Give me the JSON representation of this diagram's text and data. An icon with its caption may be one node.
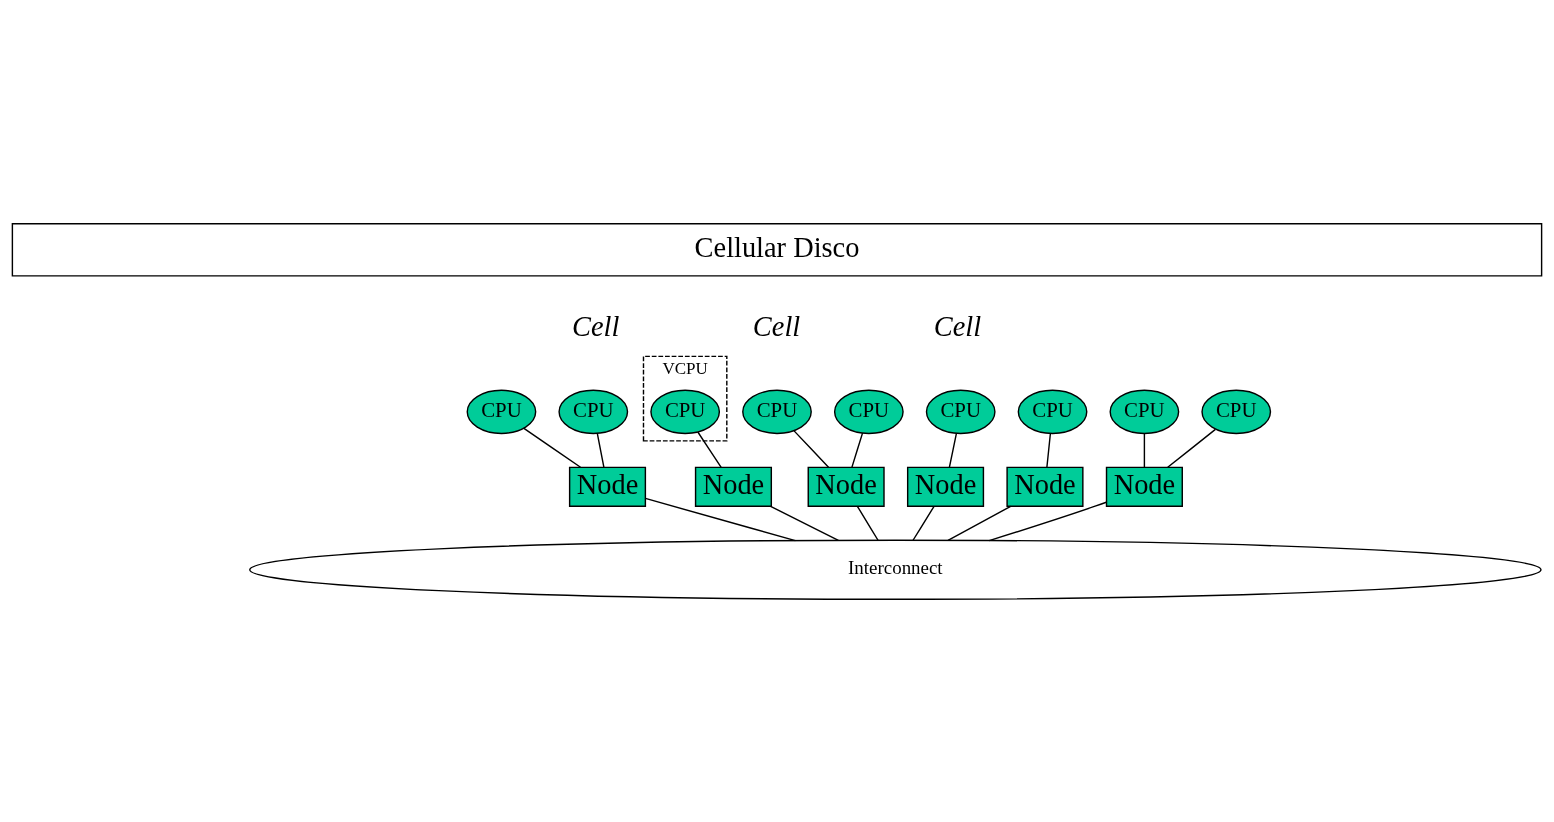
{
  "diagram": {
    "nodes": [
      {
        "text": [
          "Cellular Disco"
        ]
      },
      {
        "text": [
          "CPU"
        ]
      },
      {
        "text": [
          "CPU"
        ]
      },
      {
        "text": [
          "VCPU"
        ]
      },
      {
        "text": [
          "CPU"
        ],
        "in": 3
      },
      {
        "text": [
          "CPU"
        ]
      },
      {
        "text": [
          "CPU"
        ]
      },
      {
        "text": [
          "CPU"
        ]
      },
      {
        "text": [
          "CPU"
        ]
      },
      {
        "text": [
          "CPU"
        ]
      },
      {
        "text": [
          "CPU"
        ]
      },
      {
        "text": [
          "Node"
        ]
      },
      {
        "text": [
          "Node"
        ]
      },
      {
        "text": [
          "Node"
        ]
      },
      {
        "text": [
          "Node"
        ]
      },
      {
        "text": [
          "Node"
        ]
      },
      {
        "text": [
          "Node"
        ]
      },
      {
        "text": [
          "Interconnect"
        ]
      }
    ],
    "edges": [
      {
        "from": 1,
        "to": 11,
        "arrow": "none"
      },
      {
        "from": 2,
        "to": 11,
        "arrow": "none"
      },
      {
        "from": 4,
        "to": 12,
        "arrow": "none"
      },
      {
        "from": 5,
        "to": 13,
        "arrow": "none"
      },
      {
        "from": 6,
        "to": 13,
        "arrow": "none"
      },
      {
        "from": 7,
        "to": 14,
        "arrow": "none"
      },
      {
        "from": 8,
        "to": 15,
        "arrow": "none"
      },
      {
        "from": 9,
        "to": 16,
        "arrow": "none"
      },
      {
        "from": 10,
        "to": 16,
        "arrow": "none"
      },
      {
        "from": 11,
        "to": 17,
        "arrow": "none"
      },
      {
        "from": 12,
        "to": 17,
        "arrow": "none"
      },
      {
        "from": 13,
        "to": 17,
        "arrow": "none"
      },
      {
        "from": 14,
        "to": 17,
        "arrow": "none"
      },
      {
        "from": 15,
        "to": 17,
        "arrow": "none"
      },
      {
        "from": 16,
        "to": 17,
        "arrow": "none"
      }
    ],
    "labels": [
      "Cell",
      "Cell",
      "Cell"
    ]
  }
}
